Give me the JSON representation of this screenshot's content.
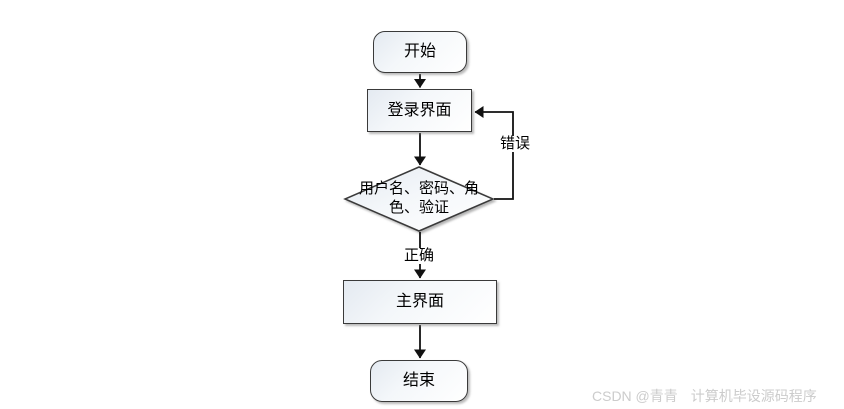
{
  "flow": {
    "nodes": {
      "start": {
        "type": "terminator",
        "label": "开始"
      },
      "login": {
        "type": "process",
        "label": "登录界面"
      },
      "decision": {
        "type": "decision",
        "label": "用户名、密码、角色、验证",
        "line1": "用户名、密码、角",
        "line2": "色、验证"
      },
      "main": {
        "type": "process",
        "label": "主界面"
      },
      "end": {
        "type": "terminator",
        "label": "结束"
      }
    },
    "edge_labels": {
      "error": "错误",
      "correct": "正确"
    },
    "colors": {
      "node_border": "#3a3a3a",
      "node_fill_top": "#e4eaf1",
      "node_fill_bottom": "#ffffff",
      "arrow": "#111111",
      "watermark": "#cccccc"
    }
  },
  "watermark": {
    "text": "CSDN @青青 计算机毕设源码程序",
    "left": "CSDN @青青",
    "right": "计算机毕设源码程序"
  }
}
